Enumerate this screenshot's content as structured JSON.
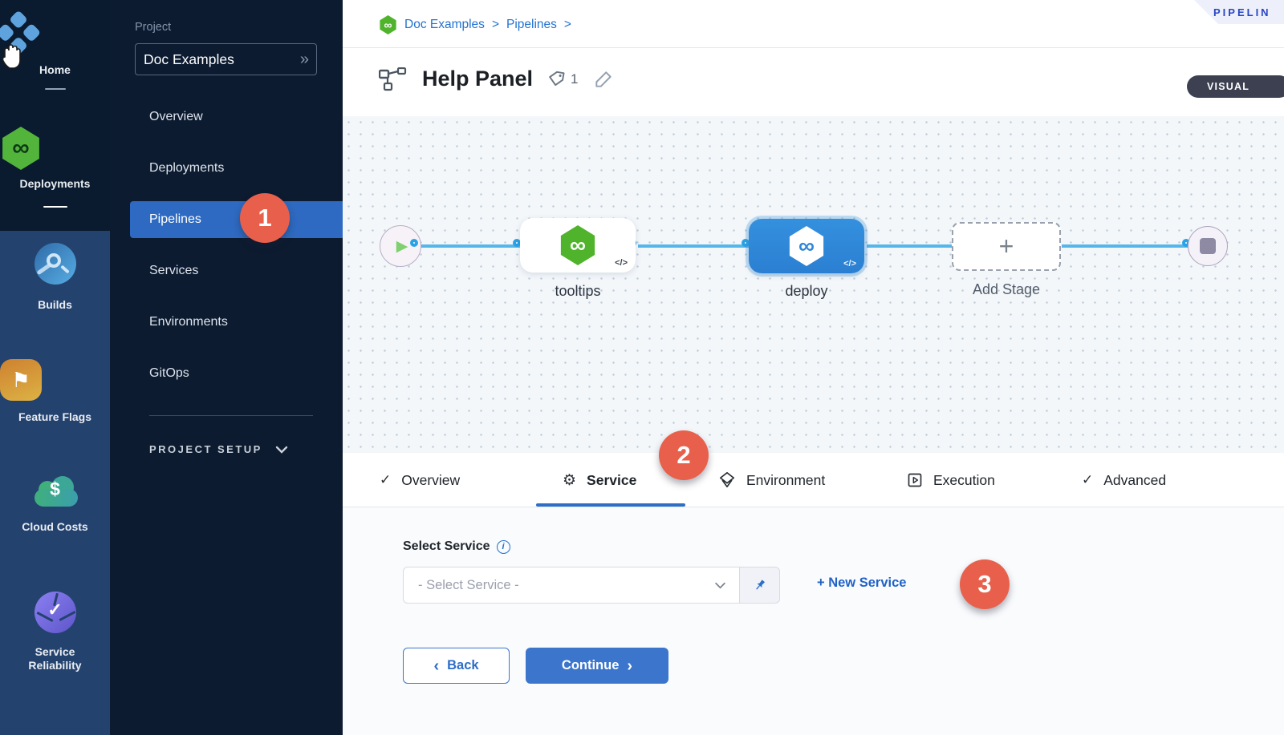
{
  "colors": {
    "rail_top_bg": "#0A1B2F",
    "rail_bottom_bg": "#24426E",
    "sidebar_bg": "#0C1B30",
    "active_nav_blue": "#2E6AC1",
    "annotation_red": "#E8604B",
    "link_blue": "#2273D2",
    "primary_button_blue": "#3B76CC",
    "connector_blue": "#55B6EA",
    "harness_green": "#4FB42B",
    "stage_selected_blue": "#2F86D8",
    "tab_underline_blue": "#2D6FC6"
  },
  "icons": {
    "infinity": "∞",
    "play": "▶",
    "plus": "+",
    "double_chevron": "»",
    "breadcrumb_sep": ">",
    "flag": "⚑",
    "dollar": "$",
    "check": "✓",
    "gear": "⚙",
    "code": "</>",
    "back_chevron": "‹",
    "forward_chevron": "›",
    "info": "i"
  },
  "rail": {
    "modules": [
      {
        "label": "Home"
      },
      {
        "label": "Deployments"
      },
      {
        "label": "Builds"
      },
      {
        "label": "Feature Flags"
      },
      {
        "label": "Cloud Costs"
      },
      {
        "label": "Service Reliability"
      }
    ]
  },
  "sidebar": {
    "project_label": "Project",
    "project_name": "Doc Examples",
    "menu": [
      {
        "label": "Overview"
      },
      {
        "label": "Deployments"
      },
      {
        "label": "Pipelines",
        "badge": "1"
      },
      {
        "label": "Services"
      },
      {
        "label": "Environments"
      },
      {
        "label": "GitOps"
      }
    ],
    "section_label": "PROJECT SETUP"
  },
  "breadcrumb": {
    "items": [
      {
        "label": "Doc Examples"
      },
      {
        "label": "Pipelines"
      }
    ]
  },
  "header": {
    "title": "Help Panel",
    "tag_count": "1",
    "mode_toggle": "VISUAL",
    "ribbon_label": "PIPELIN"
  },
  "canvas": {
    "stages": [
      {
        "name": "tooltips"
      },
      {
        "name": "deploy"
      }
    ],
    "add_stage": "Add Stage"
  },
  "tabs": [
    {
      "label": "Overview"
    },
    {
      "label": "Service",
      "badge": "2"
    },
    {
      "label": "Environment"
    },
    {
      "label": "Execution"
    },
    {
      "label": "Advanced"
    }
  ],
  "service_form": {
    "label": "Select Service",
    "placeholder": "- Select Service -",
    "new_service_link": "+ New Service",
    "badge": "3",
    "back_button": "Back",
    "continue_button": "Continue"
  }
}
